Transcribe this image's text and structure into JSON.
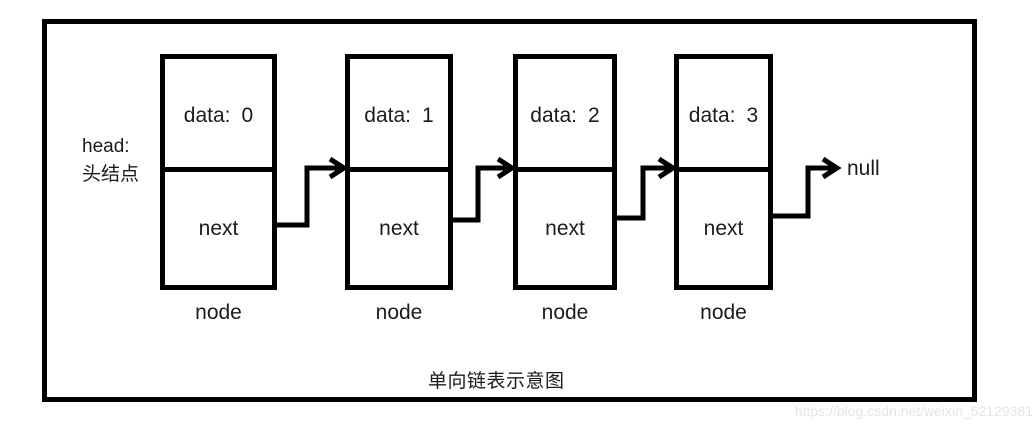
{
  "diagram": {
    "head": {
      "line1": "head:",
      "line2": "头结点"
    },
    "nodes": [
      {
        "data_label": "data:",
        "data_value": "0",
        "next_label": "next",
        "node_label": "node"
      },
      {
        "data_label": "data:",
        "data_value": "1",
        "next_label": "next",
        "node_label": "node"
      },
      {
        "data_label": "data:",
        "data_value": "2",
        "next_label": "next",
        "node_label": "node"
      },
      {
        "data_label": "data:",
        "data_value": "3",
        "next_label": "next",
        "node_label": "node"
      }
    ],
    "null_label": "null",
    "caption": "单向链表示意图",
    "watermark": "https://blog.csdn.net/weixin_52129381",
    "colors": {
      "stroke": "#000000",
      "text": "#1c1c1c",
      "watermark": "#e4e4e4",
      "background": "#ffffff"
    }
  }
}
